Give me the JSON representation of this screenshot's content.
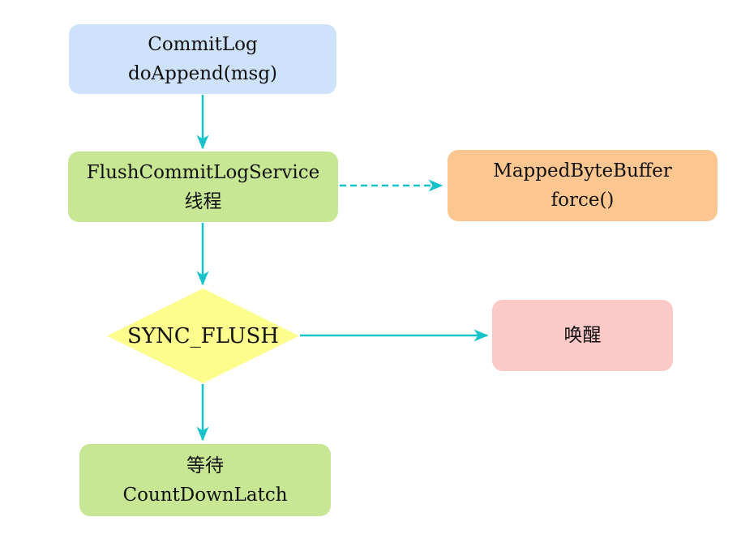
{
  "diagram": {
    "background_color": "#ffffff",
    "arrow_color": "#15c3ca",
    "text_color": "#111111",
    "nodes": {
      "commitlog": {
        "shape": "rounded-rect",
        "fill": "#cfe2fb",
        "lines": [
          "CommitLog",
          "doAppend(msg)"
        ]
      },
      "flush_service": {
        "shape": "rounded-rect",
        "fill": "#c7e794",
        "lines": [
          "FlushCommitLogService",
          "线程"
        ]
      },
      "mapped_byte_buffer": {
        "shape": "rounded-rect",
        "fill": "#fcc691",
        "lines": [
          "MappedByteBuffer",
          "force()"
        ]
      },
      "sync_flush": {
        "shape": "diamond",
        "fill": "#fcfd8d",
        "lines": [
          "SYNC_FLUSH"
        ]
      },
      "wake": {
        "shape": "rounded-rect",
        "fill": "#fcc9c9",
        "lines": [
          "唤醒"
        ]
      },
      "wait_latch": {
        "shape": "rounded-rect",
        "fill": "#c7e794",
        "lines": [
          "等待",
          "CountDownLatch"
        ]
      }
    },
    "edges": [
      {
        "from": "commitlog",
        "to": "flush_service",
        "style": "solid",
        "direction": "down"
      },
      {
        "from": "flush_service",
        "to": "mapped_byte_buffer",
        "style": "dashed",
        "direction": "right"
      },
      {
        "from": "flush_service",
        "to": "sync_flush",
        "style": "solid",
        "direction": "down"
      },
      {
        "from": "sync_flush",
        "to": "wake",
        "style": "solid",
        "direction": "right"
      },
      {
        "from": "sync_flush",
        "to": "wait_latch",
        "style": "solid",
        "direction": "down"
      }
    ]
  }
}
